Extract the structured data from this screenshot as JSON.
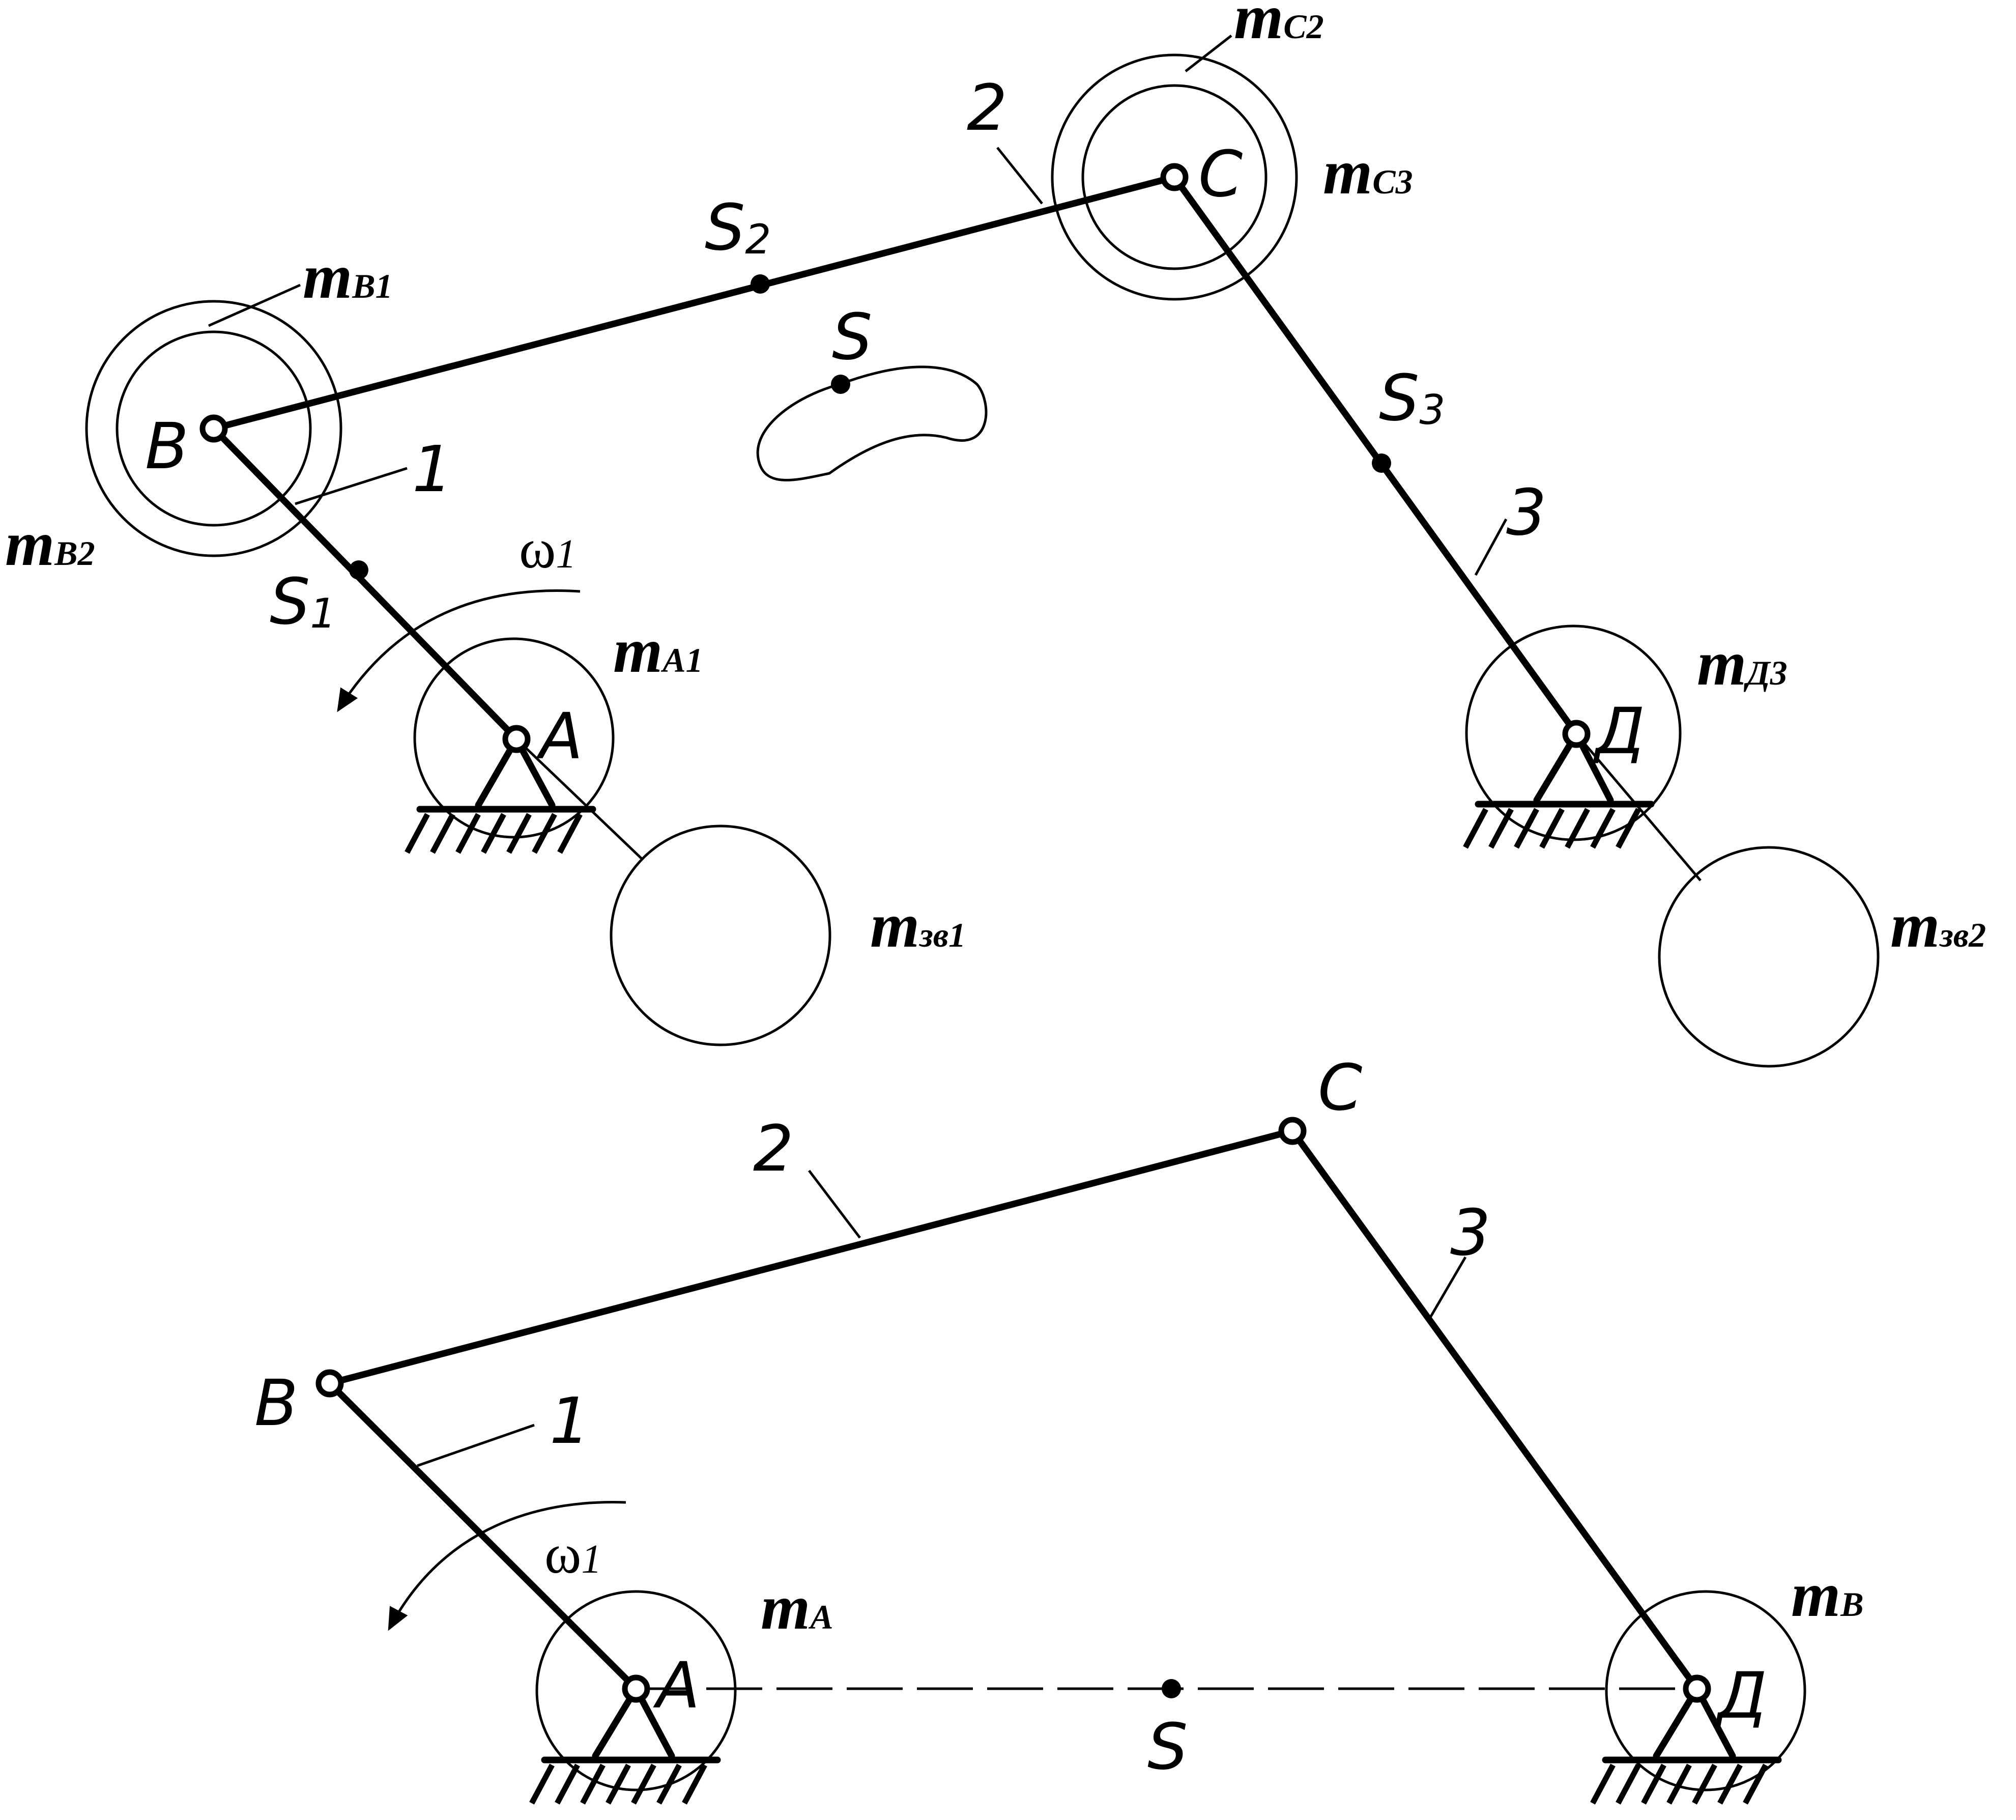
{
  "top": {
    "points": {
      "A": "A",
      "B": "B",
      "C": "C",
      "D": "Д"
    },
    "links": {
      "l1": "1",
      "l2": "2",
      "l3": "3"
    },
    "centers": {
      "s1": {
        "main": "S",
        "sub": "1"
      },
      "s2": {
        "main": "S",
        "sub": "2"
      },
      "s3": {
        "main": "S",
        "sub": "3"
      },
      "s": "S"
    },
    "omega": {
      "main": "ω",
      "sub": "1"
    },
    "masses": {
      "mB1": {
        "main": "m",
        "sub": "B1"
      },
      "mB2": {
        "main": "m",
        "sub": "B2"
      },
      "mC2": {
        "main": "m",
        "sub": "C2"
      },
      "mC3": {
        "main": "m",
        "sub": "C3"
      },
      "mA1": {
        "main": "m",
        "sub": "A1"
      },
      "mD3": {
        "main": "m",
        "sub": "Д3"
      },
      "mzv1": {
        "main": "m",
        "sub": "зв1"
      },
      "mzv2": {
        "main": "m",
        "sub": "зв2"
      }
    }
  },
  "bottom": {
    "points": {
      "A": "A",
      "B": "B",
      "C": "C",
      "D": "Д"
    },
    "links": {
      "l1": "1",
      "l2": "2",
      "l3": "3"
    },
    "center": "S",
    "omega": {
      "main": "ω",
      "sub": "1"
    },
    "masses": {
      "mA": {
        "main": "m",
        "sub": "A"
      },
      "mB": {
        "main": "m",
        "sub": "B"
      }
    }
  }
}
